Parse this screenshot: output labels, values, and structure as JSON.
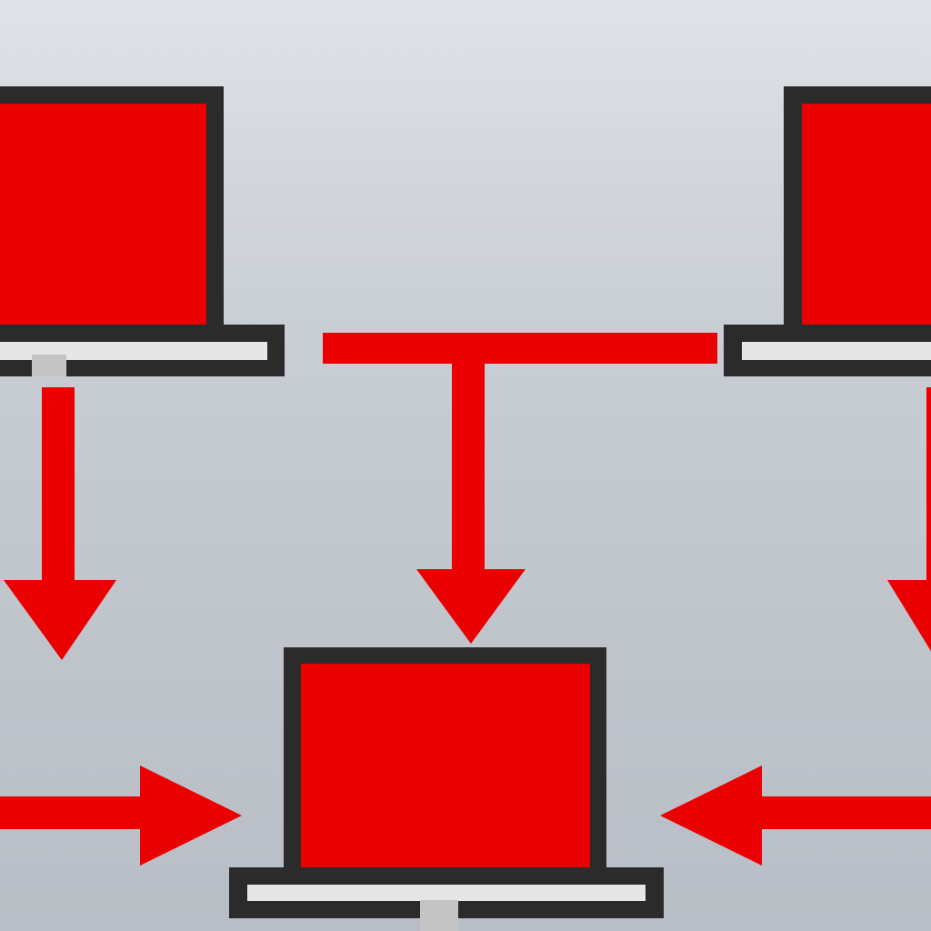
{
  "colors": {
    "accent": "#ea0000",
    "frame": "#2b2b2b",
    "base_light": "#e6e6e6",
    "hinge": "#c4c4c4",
    "background_top": "#dfe2e6",
    "background_bottom": "#b9bec6"
  },
  "nodes": [
    {
      "id": "laptop-top-left",
      "icon": "laptop-icon"
    },
    {
      "id": "laptop-top-right",
      "icon": "laptop-icon"
    },
    {
      "id": "laptop-bottom-center",
      "icon": "laptop-icon"
    }
  ],
  "connectors": [
    {
      "from": "laptop-top-left",
      "direction": "down",
      "icon": "arrow-down-icon"
    },
    {
      "from": "laptop-top-right",
      "direction": "down",
      "icon": "arrow-down-icon"
    },
    {
      "from": "t-junction",
      "to": "laptop-bottom-center",
      "direction": "down",
      "icon": "arrow-down-icon"
    },
    {
      "from": "left-edge",
      "to": "laptop-bottom-center",
      "direction": "right",
      "icon": "arrow-right-icon"
    },
    {
      "from": "right-edge",
      "to": "laptop-bottom-center",
      "direction": "left",
      "icon": "arrow-left-icon"
    }
  ]
}
